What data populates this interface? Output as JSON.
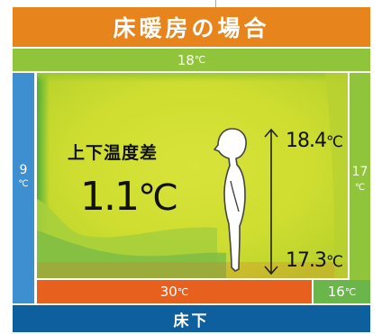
{
  "title": "床暖房の場合",
  "ceiling": {
    "temp": "18",
    "unit": "℃"
  },
  "left_wall": {
    "temp": "9",
    "unit": "℃"
  },
  "right_wall": {
    "temp": "17",
    "unit": "℃"
  },
  "room": {
    "diff_label": "上下温度差",
    "diff_value": "1.1",
    "diff_unit": "℃",
    "head_temp": "18.4",
    "foot_temp": "17.3",
    "temp_unit": "℃"
  },
  "floor": {
    "heated_temp": "30",
    "edge_temp": "16",
    "unit": "℃"
  },
  "under_floor_label": "床下",
  "colors": {
    "title_bg": "#e8841c",
    "ceiling_bg": "#90c43a",
    "left_wall_bg": "#3e8fcf",
    "right_wall_bg": "#90c43a",
    "room_warm": "#c9db2e",
    "floor_heated_bg": "#e8601e",
    "floor_edge_bg": "#6ab64a",
    "under_floor_bg": "#0d5f9e"
  },
  "icons": {
    "person": "person-silhouette-icon",
    "arrow": "vertical-double-arrow-icon"
  }
}
